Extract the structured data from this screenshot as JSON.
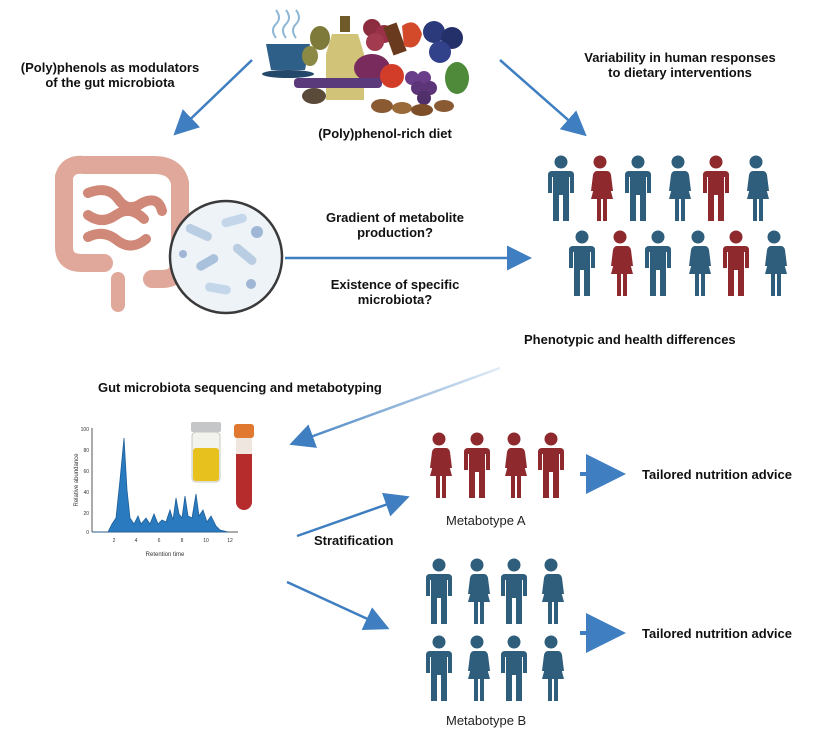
{
  "labels": {
    "modulators": "(Poly)phenols as modulators\nof the gut microbiota",
    "variability": "Variability in human responses\nto dietary interventions",
    "diet": "(Poly)phenol-rich diet",
    "gradient": "Gradient of metabolite\nproduction?",
    "existence": "Existence of specific\nmicrobiota?",
    "phenotypic": "Phenotypic and health differences",
    "sequencing": "Gut microbiota sequencing and metabotyping",
    "stratification": "Stratification",
    "metabotype_a": "Metabotype A",
    "metabotype_b": "Metabotype B",
    "advice_a": "Tailored nutrition advice",
    "advice_b": "Tailored nutrition advice"
  },
  "chromatogram": {
    "ylabel": "Relative abundance",
    "xlabel": "Retention time",
    "y_ticks": [
      "100",
      "80",
      "60",
      "40",
      "20",
      "0"
    ],
    "x_ticks": [
      "2",
      "4",
      "6",
      "8",
      "10",
      "12"
    ]
  },
  "colors": {
    "blue_person": "#2f5d7c",
    "red_person": "#8e2a2e",
    "arrow": "#3f7fc1",
    "chrom_fill": "#2a7abf"
  },
  "population": {
    "row1": [
      "blue-male",
      "red-female",
      "blue-male",
      "blue-female",
      "red-male",
      "blue-female"
    ],
    "row2": [
      "blue-male",
      "red-female",
      "blue-male",
      "blue-female",
      "red-male",
      "blue-female"
    ]
  },
  "metabotype_a": [
    "red-female",
    "red-male",
    "red-female",
    "red-male"
  ],
  "metabotype_b": {
    "row1": [
      "blue-male",
      "blue-female",
      "blue-male",
      "blue-female"
    ],
    "row2": [
      "blue-male",
      "blue-female",
      "blue-male",
      "blue-female"
    ]
  }
}
